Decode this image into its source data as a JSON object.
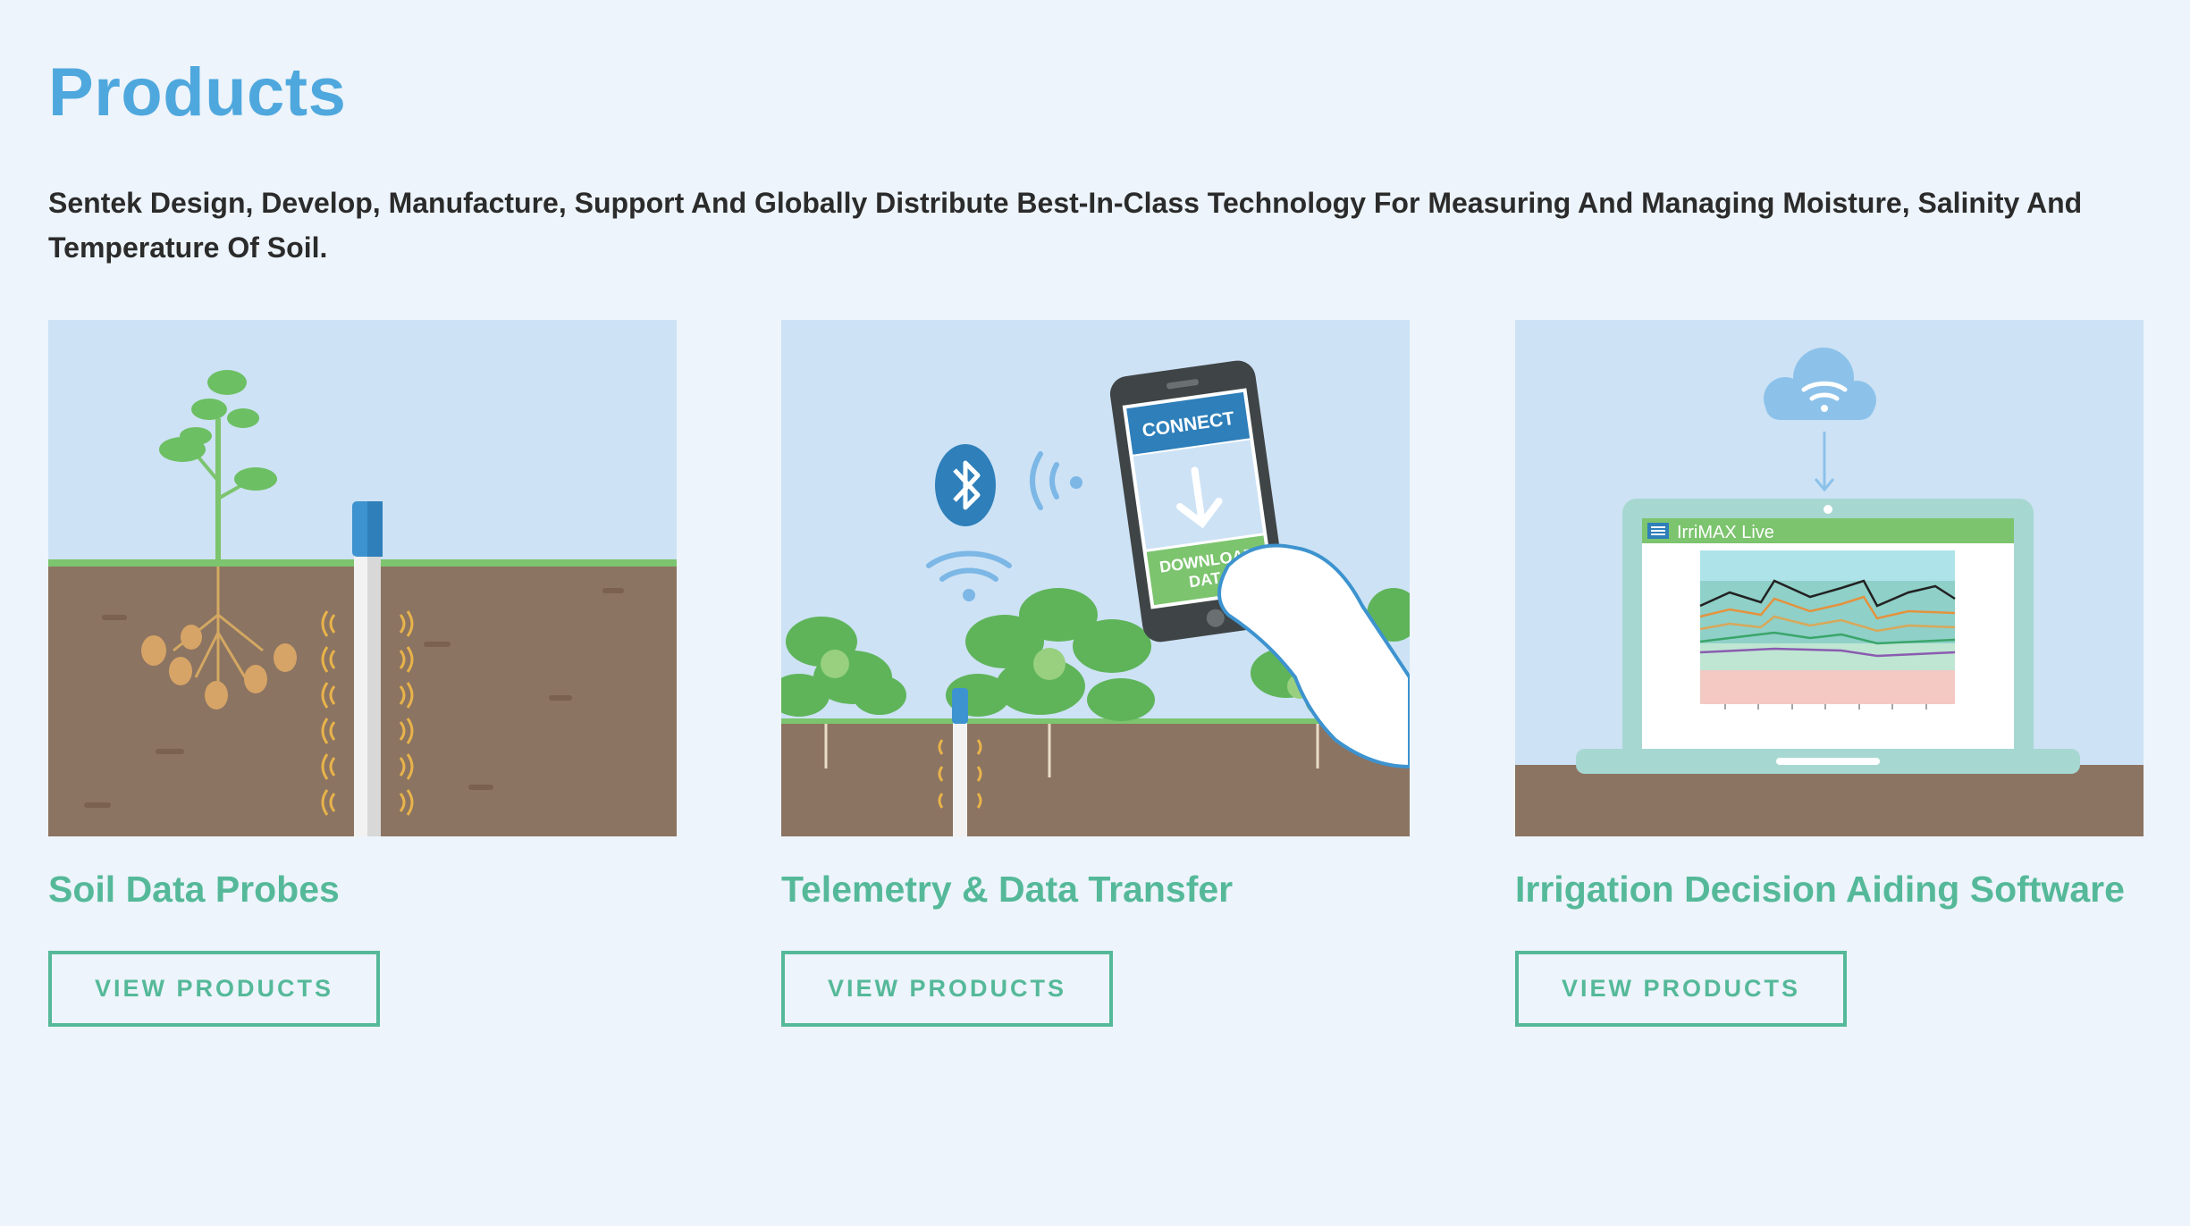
{
  "header": {
    "title": "Products",
    "intro": "Sentek Design, Develop, Manufacture, Support And Globally Distribute Best-In-Class Technology For Measuring And Managing Moisture, Salinity And Temperature Of Soil."
  },
  "cards": [
    {
      "title": "Soil Data Probes",
      "button_label": "VIEW PRODUCTS",
      "icon": "soil-probe-illustration"
    },
    {
      "title": "Telemetry & Data Transfer",
      "button_label": "VIEW PRODUCTS",
      "icon": "telemetry-illustration",
      "phone_connect": "CONNECT",
      "phone_download_1": "DOWNLOAD",
      "phone_download_2": "DATA"
    },
    {
      "title": "Irrigation Decision Aiding Software",
      "button_label": "VIEW PRODUCTS",
      "icon": "software-illustration",
      "app_name": "IrriMAX Live"
    }
  ],
  "colors": {
    "title_blue": "#4fa8dd",
    "accent_green": "#55b999",
    "sky": "#cde2f5",
    "soil": "#8c7462",
    "background": "#edf4fb"
  }
}
